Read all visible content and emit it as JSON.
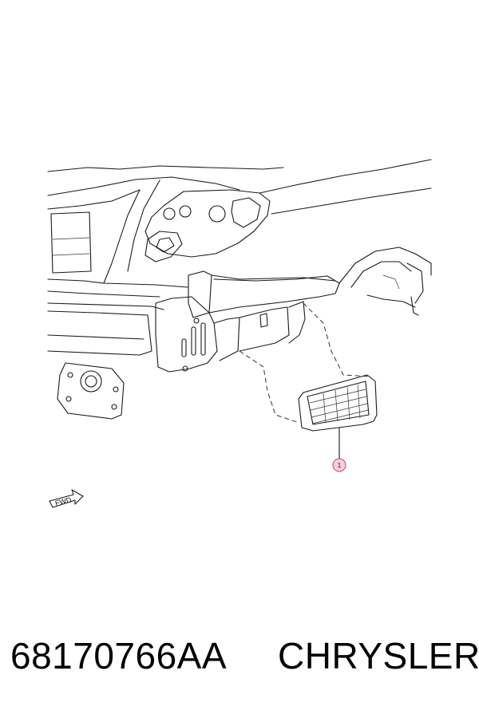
{
  "diagram": {
    "callout_number": "1",
    "fwd_label": "FWD"
  },
  "caption": {
    "part_number": "68170766AA",
    "brand": "CHRYSLER"
  }
}
